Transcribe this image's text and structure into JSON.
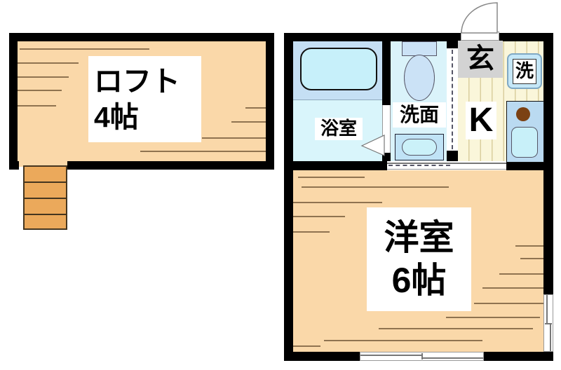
{
  "loft": {
    "name": "ロフト",
    "size": "4帖"
  },
  "bathroom": {
    "name": "浴室"
  },
  "washroom": {
    "name": "洗面"
  },
  "entrance": {
    "name": "玄"
  },
  "washer": {
    "name": "洗"
  },
  "kitchen": {
    "name": "K"
  },
  "main_room": {
    "name": "洋室",
    "size": "6帖"
  },
  "colors": {
    "wall": "#000000",
    "wood_floor": "#fad8a9",
    "stairs": "#eba95b",
    "bath_upper_floor": "#c5dff4",
    "bath_lower_floor": "#d9f5fb",
    "washroom_floor": "#daf3fa",
    "kitchen_floor": "#faf6da",
    "entrance_label_bg": "#d3d3d3",
    "fixture_blue": "#c7f0fa",
    "counter_blue": "#badaf1",
    "burner_brown": "#7b4113"
  }
}
